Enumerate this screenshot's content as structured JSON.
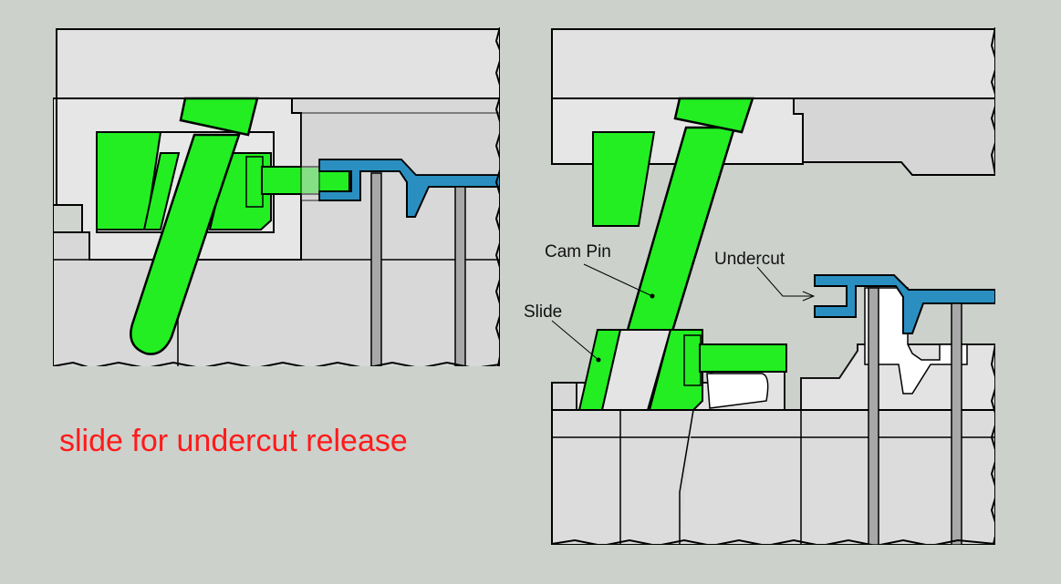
{
  "caption": "slide for undercut release",
  "labels": {
    "cam_pin": "Cam Pin",
    "slide": "Slide",
    "undercut": "Undercut"
  },
  "colors": {
    "background": "#ccd1cc",
    "part_green": "#22ee22",
    "undercut_blue": "#2a8fc0",
    "mold_light": "#e2e2e2",
    "mold_mid": "#d6d6d6",
    "caption_red": "#ff1a1a"
  }
}
